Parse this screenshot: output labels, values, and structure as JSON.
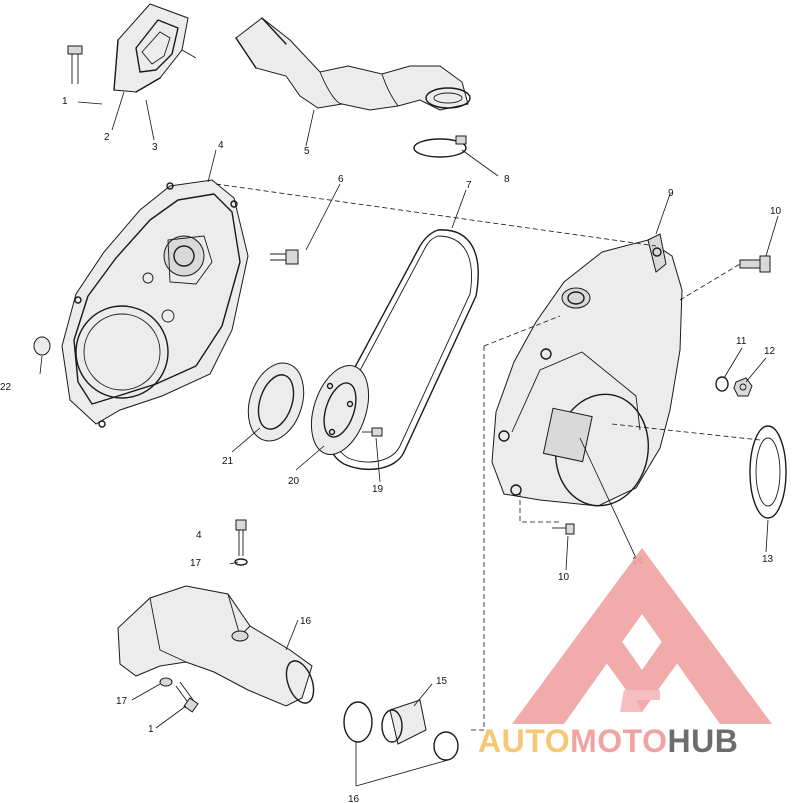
{
  "diagram": {
    "callouts": [
      {
        "id": "c1a",
        "label": "1"
      },
      {
        "id": "c2",
        "label": "2"
      },
      {
        "id": "c3",
        "label": "3"
      },
      {
        "id": "c4",
        "label": "4"
      },
      {
        "id": "c5",
        "label": "5"
      },
      {
        "id": "c6",
        "label": "6"
      },
      {
        "id": "c7",
        "label": "7"
      },
      {
        "id": "c8",
        "label": "8"
      },
      {
        "id": "c9",
        "label": "9"
      },
      {
        "id": "c10a",
        "label": "10"
      },
      {
        "id": "c10b",
        "label": "10"
      },
      {
        "id": "c11",
        "label": "11"
      },
      {
        "id": "c12",
        "label": "12"
      },
      {
        "id": "c13",
        "label": "13"
      },
      {
        "id": "c14",
        "label": "14"
      },
      {
        "id": "c15",
        "label": "15"
      },
      {
        "id": "c16a",
        "label": "16"
      },
      {
        "id": "c16b",
        "label": "16"
      },
      {
        "id": "c17a",
        "label": "17"
      },
      {
        "id": "c17b",
        "label": "17"
      },
      {
        "id": "c1b",
        "label": "1"
      },
      {
        "id": "c19",
        "label": "19"
      },
      {
        "id": "c20",
        "label": "20"
      },
      {
        "id": "c21",
        "label": "21"
      },
      {
        "id": "c22",
        "label": "22"
      },
      {
        "id": "c4b",
        "label": "4"
      }
    ]
  },
  "watermark": {
    "part1": "AUTO",
    "part2": "MOTO",
    "part3": "HUB",
    "color_primary": "#f0a3a3",
    "color_accent": "#f7c873",
    "color_dark": "#6d6d6d"
  }
}
